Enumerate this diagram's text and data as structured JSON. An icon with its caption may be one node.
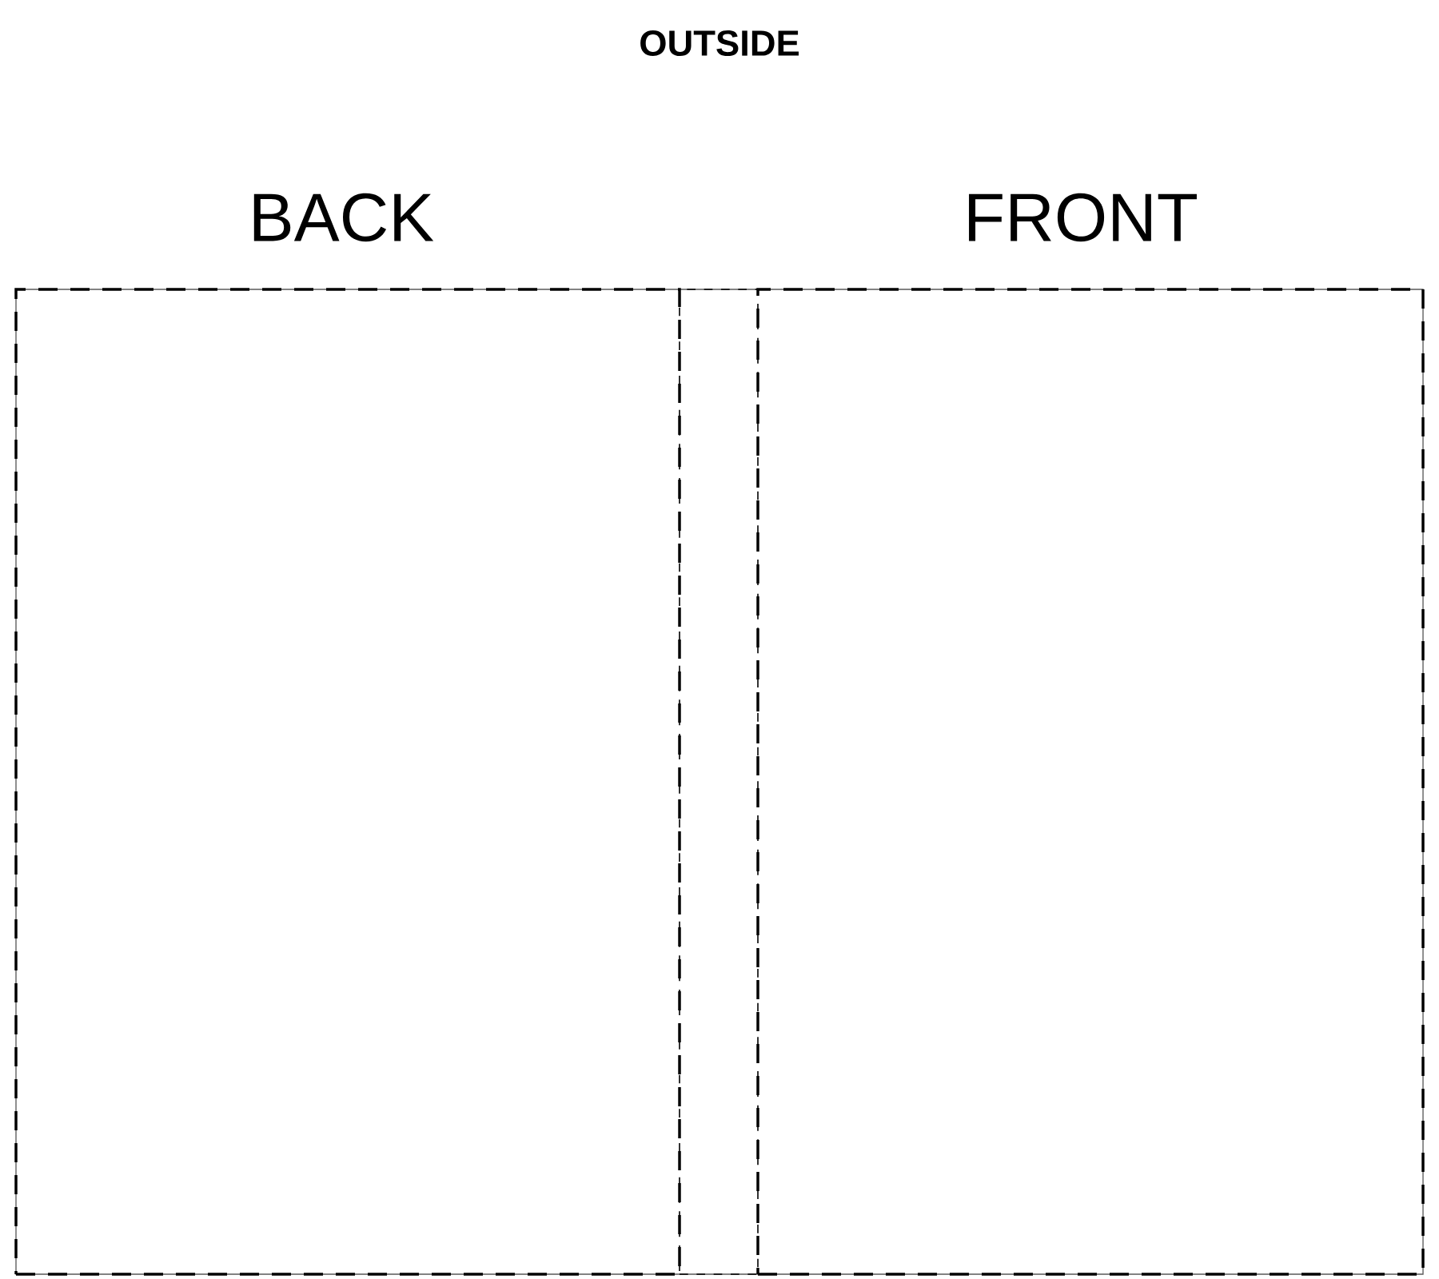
{
  "diagram": {
    "title": "OUTSIDE",
    "nodes": [
      {
        "text": [
          "BACK"
        ]
      },
      {
        "text": [],
        "shape": "box"
      },
      {
        "text": [
          "FRONT"
        ]
      }
    ]
  }
}
